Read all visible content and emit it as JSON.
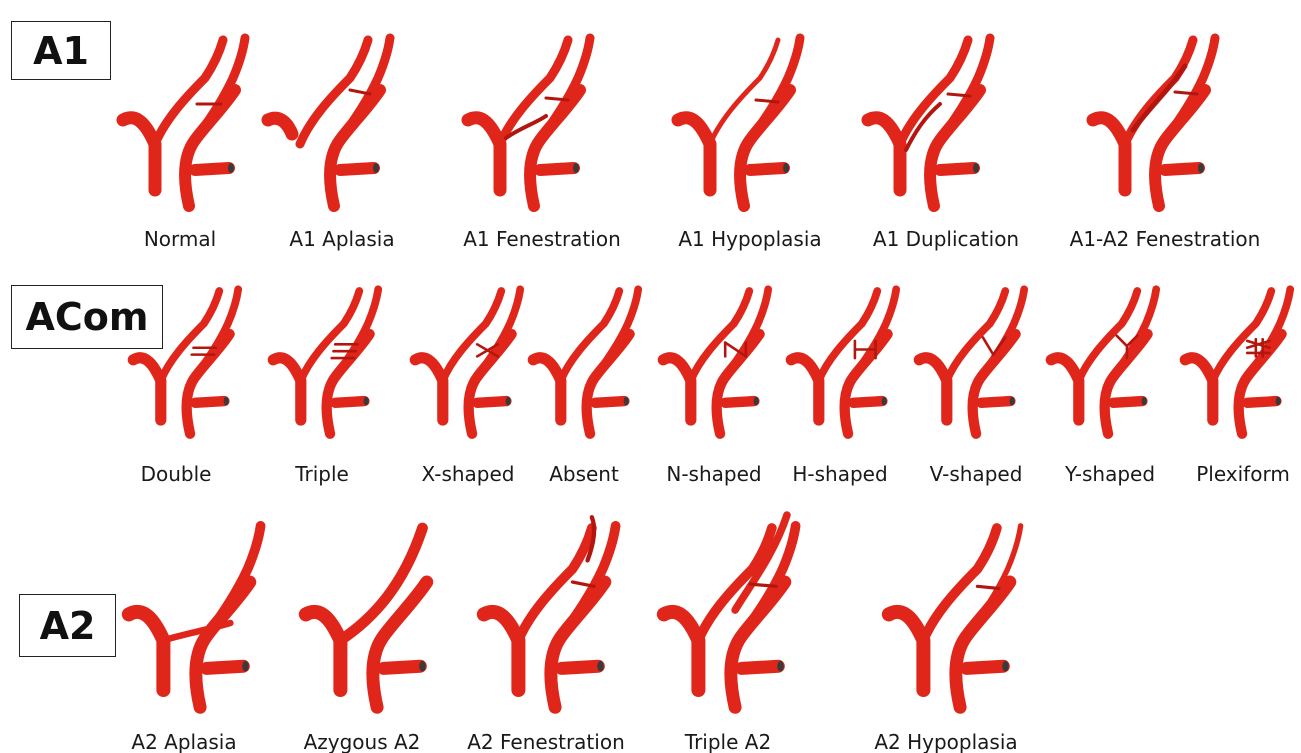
{
  "rows": [
    {
      "label": "A1",
      "variants": [
        "Normal",
        "A1 Aplasia",
        "A1 Fenestration",
        "A1 Hypoplasia",
        "A1 Duplication",
        "A1-A2 Fenestration"
      ]
    },
    {
      "label": "ACom",
      "variants": [
        "Double",
        "Triple",
        "X-shaped",
        "Absent",
        "N-shaped",
        "H-shaped",
        "V-shaped",
        "Y-shaped",
        "Plexiform"
      ]
    },
    {
      "label": "A2",
      "variants": [
        "A2 Aplasia",
        "Azygous A2",
        "A2 Fenestration",
        "Triple A2",
        "A2 Hypoplasia"
      ]
    }
  ],
  "colors": {
    "vessel": "#e0261b",
    "vessel_dark": "#b3160e",
    "vessel_light": "#f04a3c",
    "lumen": "#3a3a3a"
  }
}
